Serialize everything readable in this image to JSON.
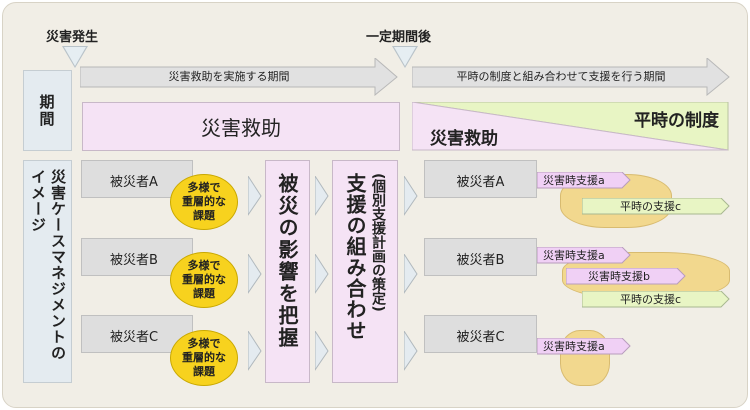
{
  "events": {
    "disaster": "災害発生",
    "after_period": "一定期間後"
  },
  "periods": {
    "label": "期間",
    "relief_period": "災害救助を実施する期間",
    "combined_period": "平時の制度と組み合わせて支援を行う期間",
    "relief_band": "災害救助",
    "right_relief": "災害救助",
    "right_normal": "平時の制度"
  },
  "case": {
    "label_line1": "災害ケースマネジメントの",
    "label_line2": "イメージ",
    "victims": [
      "被災者A",
      "被災者B",
      "被災者C"
    ],
    "issue": "多様で\n重層的な\n課題",
    "issue_lines": [
      "多様で",
      "重層的な",
      "課題"
    ],
    "assess": "被災の影響を把握",
    "combine": "支援の組み合わせ",
    "plan": "(個別支援計画の策定)"
  },
  "supports": {
    "a": "災害時支援a",
    "b": "災害時支援b",
    "c": "平時の支援c"
  },
  "colors": {
    "background": "#f1eee6",
    "pink": "#f5e3f5",
    "green": "#e8f5c4",
    "blue": "#e4ebf0",
    "yellow": "#f7d21e"
  }
}
